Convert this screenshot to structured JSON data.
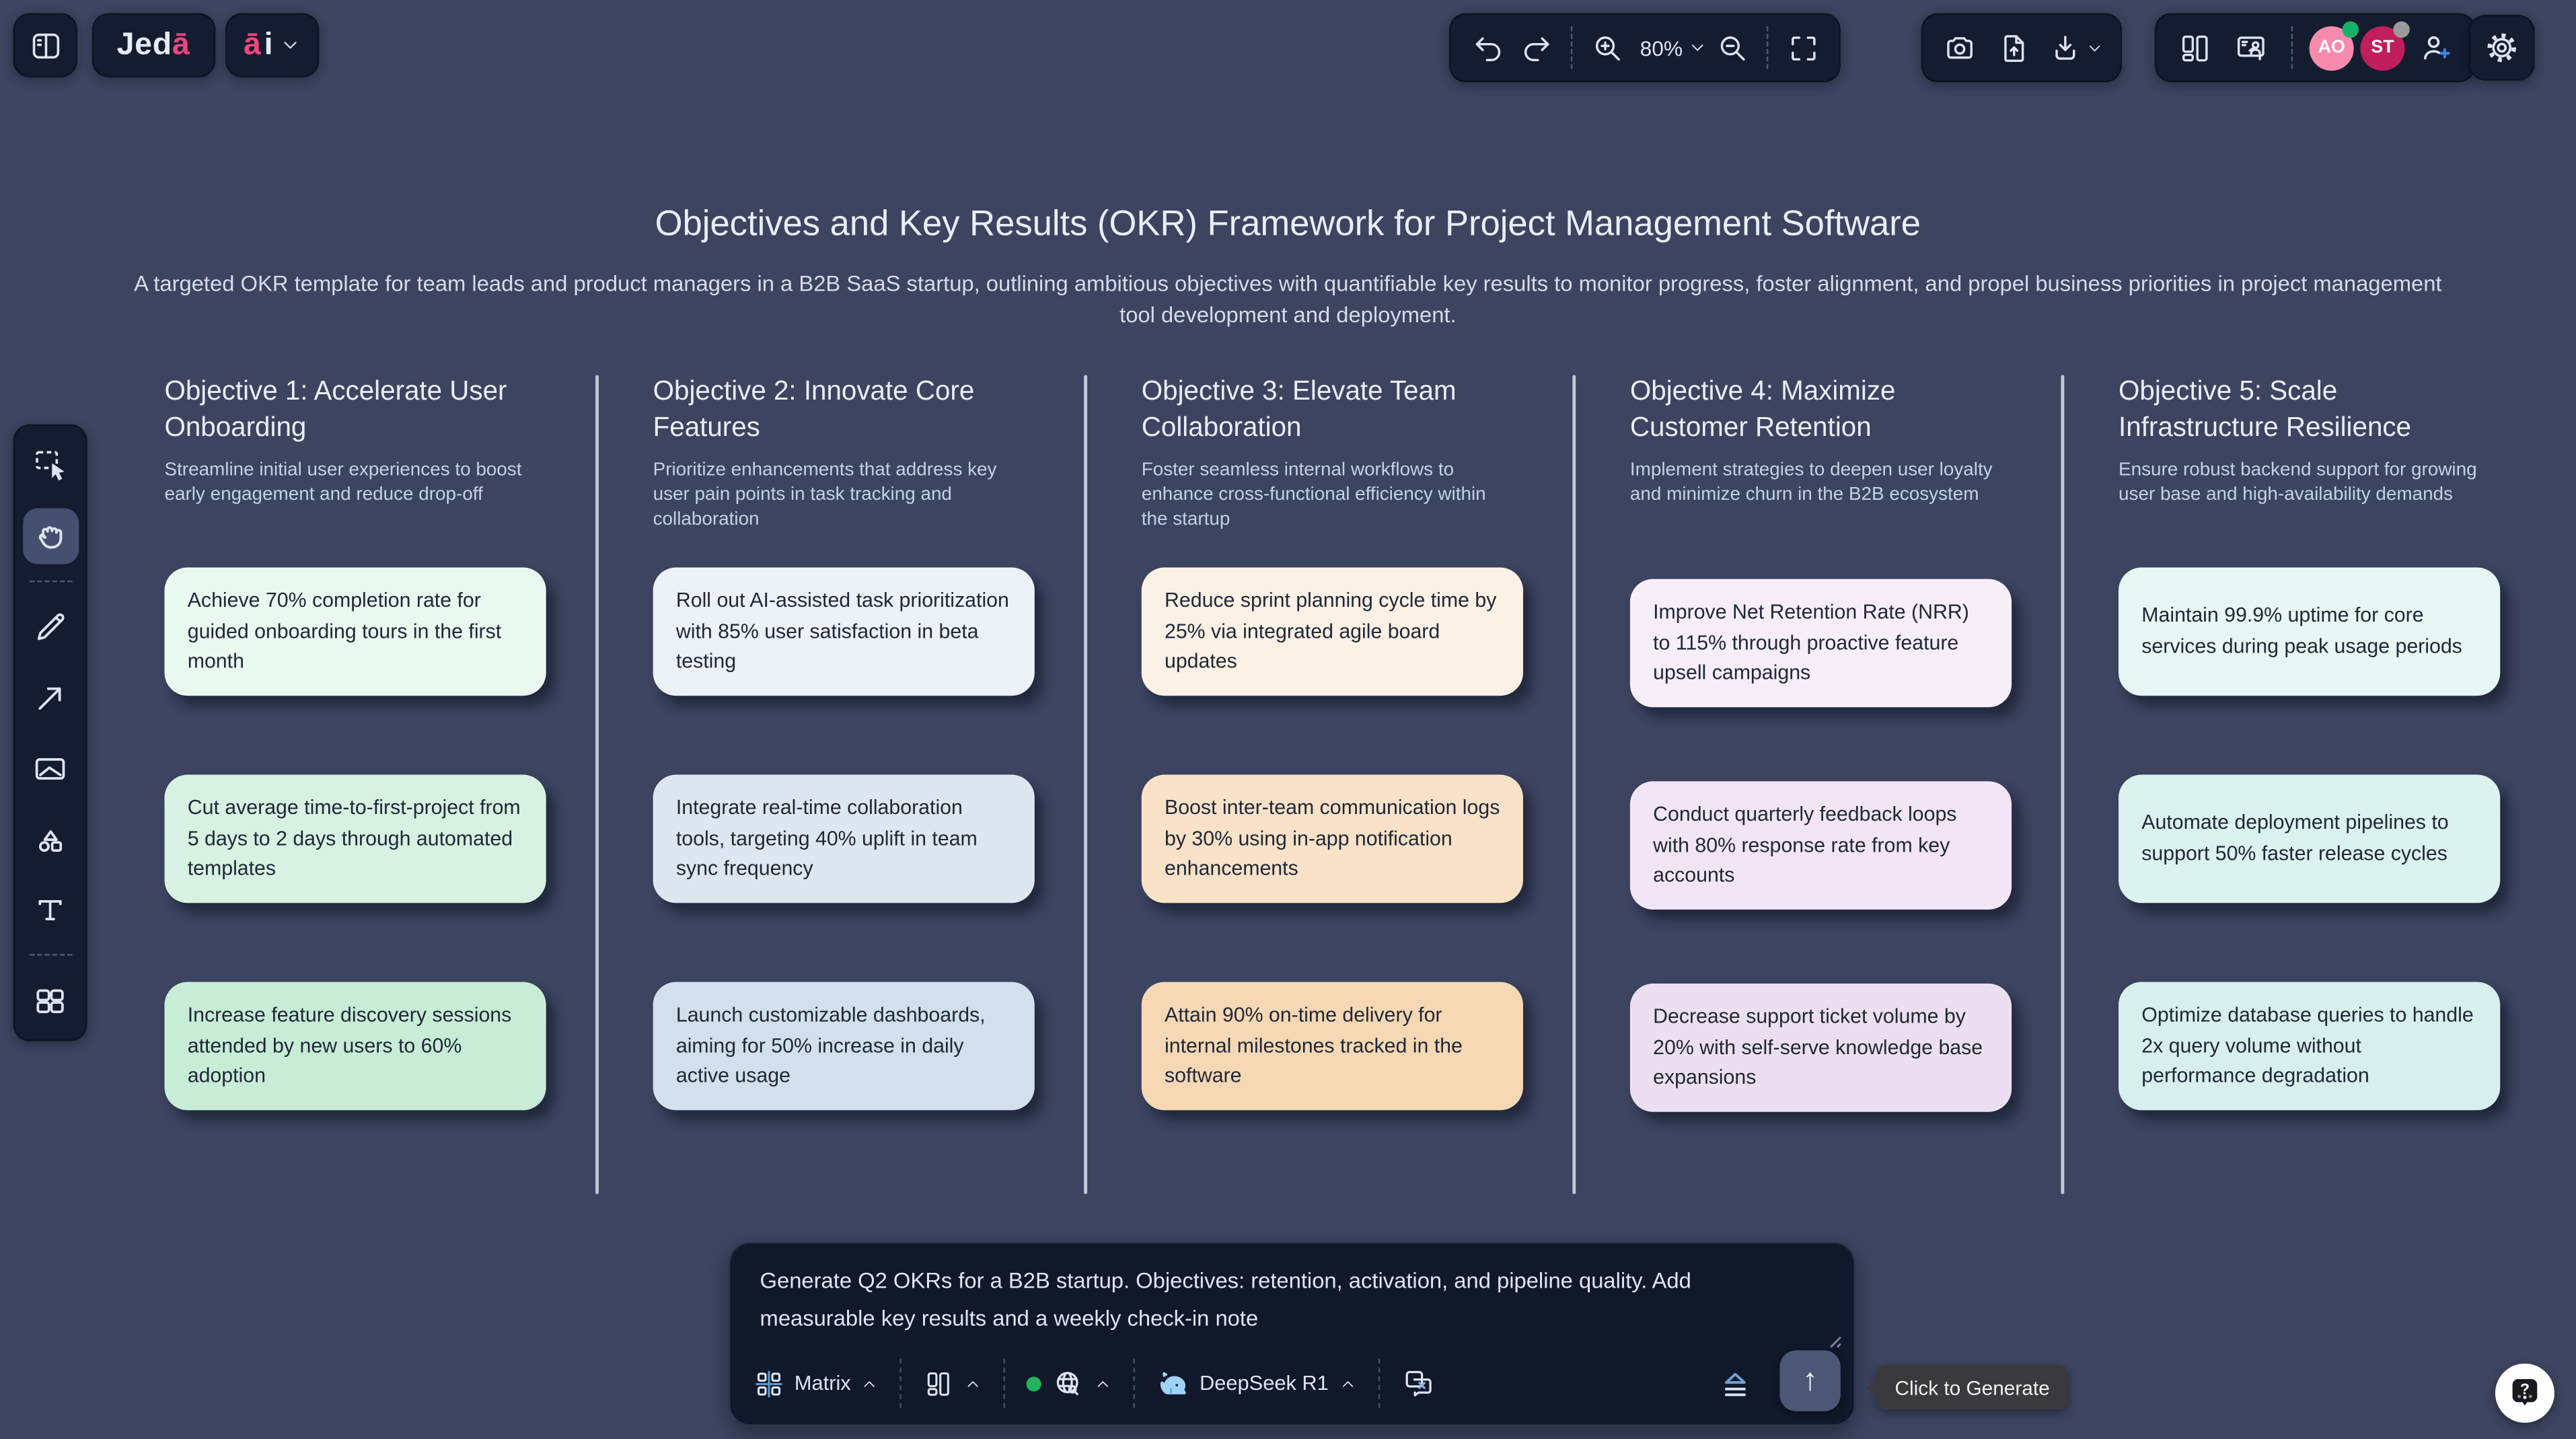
{
  "app": {
    "logo_main": "Jed",
    "logo_accent": "ā",
    "ai_menu_accent": "ā",
    "ai_menu_rest": "i"
  },
  "top_toolbar": {
    "zoom_level": "80%",
    "icons": [
      "sidebar-toggle",
      "undo",
      "redo",
      "zoom-in",
      "zoom-percent-dropdown",
      "zoom-out",
      "fit-screen",
      "screenshot-camera",
      "import-file",
      "export-download",
      "boards-layout",
      "present-mode",
      "add-collaborator",
      "settings-gear"
    ]
  },
  "collaborators": [
    {
      "initials": "AO",
      "color": "#f78bab",
      "status_color": "#17b26a"
    },
    {
      "initials": "ST",
      "color": "#c01e5c",
      "status_color": "#9b9b9b"
    }
  ],
  "board": {
    "title": "Objectives and Key Results (OKR) Framework for Project Management Software",
    "subtitle": "A targeted OKR template for team leads and product managers in a B2B SaaS startup, outlining ambitious objectives with quantifiable key results to monitor progress, foster alignment, and propel business priorities in project management tool development and deployment."
  },
  "columns": [
    {
      "title": "Objective 1: Accelerate User Onboarding",
      "description": "Streamline initial user experiences to boost early engagement and reduce drop-off",
      "card_colors": [
        "#e9f9f0",
        "#d7f2e2",
        "#c7edd7"
      ],
      "cards": [
        "Achieve 70% completion rate for guided onboarding tours in the first month",
        "Cut average time-to-first-project from 5 days to 2 days through automated templates",
        "Increase feature discovery sessions attended by new users to 60% adoption"
      ]
    },
    {
      "title": "Objective 2: Innovate Core Features",
      "description": "Prioritize enhancements that address key user pain points in task tracking and collaboration",
      "card_colors": [
        "#edf2f8",
        "#dde7f1",
        "#d3dfed"
      ],
      "cards": [
        "Roll out AI-assisted task prioritization with 85% user satisfaction in beta testing",
        "Integrate real-time collaboration tools, targeting 40% uplift in team sync frequency",
        "Launch customizable dashboards, aiming for 50% increase in daily active usage"
      ]
    },
    {
      "title": "Objective 3: Elevate Team Collaboration",
      "description": "Foster seamless internal workflows to enhance cross-functional efficiency within the startup",
      "card_colors": [
        "#fcf1e5",
        "#f9e2c8",
        "#f6d8b5"
      ],
      "cards": [
        "Reduce sprint planning cycle time by 25% via integrated agile board updates",
        "Boost inter-team communication logs by 30% using in-app notification enhancements",
        "Attain 90% on-time delivery for internal milestones tracked in the software"
      ]
    },
    {
      "title": "Objective 4: Maximize Customer Retention",
      "description": "Implement strategies to deepen user loyalty and minimize churn in the B2B ecosystem",
      "card_colors": [
        "#f7eef9",
        "#f2e5f5",
        "#eddff2"
      ],
      "cards": [
        "Improve Net Retention Rate (NRR) to 115% through proactive feature upsell campaigns",
        "Conduct quarterly feedback loops with 80% response rate from key accounts",
        "Decrease support ticket volume by 20% with self-serve knowledge base expansions"
      ]
    },
    {
      "title": "Objective 5: Scale Infrastructure Resilience",
      "description": "Ensure robust backend support for growing user base and high-availability demands",
      "card_colors": [
        "#e6f7f4",
        "#dcf2ef",
        "#d7f0ed"
      ],
      "cards": [
        "Maintain 99.9% uptime for core services during peak usage periods",
        "Automate deployment pipelines to support 50% faster release cycles",
        "Optimize database queries to handle 2x query volume without performance degradation"
      ]
    }
  ],
  "sidebar_tools": [
    "select",
    "hand-pan",
    "pen",
    "arrow",
    "image",
    "shapes",
    "text",
    "templates"
  ],
  "prompt": {
    "text": "Generate Q2 OKRs for a B2B startup. Objectives: retention, activation, and pipeline quality. Add measurable key results and a weekly check-in note",
    "template_label": "Matrix",
    "model_label": "DeepSeek R1",
    "tooltip": "Click to Generate",
    "icons": [
      "matrix-grid",
      "kanban-layout",
      "web-access-globe",
      "deepseek-whale",
      "chat-translate",
      "collapse-eject",
      "send-arrow"
    ]
  }
}
